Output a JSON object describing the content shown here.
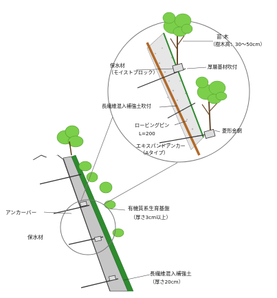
{
  "labels": {
    "seedling": "苗 木",
    "seedling_size": "（樹木高：30～50cm）",
    "water_material": "保水材",
    "water_material_product": "（モイストブロック）",
    "thick_layer": "厚層基材吹付",
    "long_fiber_reinforced_soil": "長繊維混入補強土吹付",
    "roping_pin": "ロービングピン",
    "roping_pin_length": "L=200",
    "wire_mesh": "菱形金網",
    "expand_anchor": "エキスパンドアンカー",
    "expand_anchor_type": "（Aタイプ）",
    "anchor_bar": "アンカーバー",
    "water_material_main": "保水材",
    "vegetation_base": "有機質系生育基盤",
    "vegetation_base_thickness": "（厚さ3cm以上）",
    "reinforced_soil": "長繊維混入補強土",
    "reinforced_soil_thickness": "（厚さ20cm）"
  },
  "colors": {
    "slope_concrete": "#c9c9c9",
    "vegetation_green": "#2e8b2e",
    "tree_foliage": "#7ccf4a",
    "bar_brown": "#b26a2a",
    "line": "#333333"
  }
}
